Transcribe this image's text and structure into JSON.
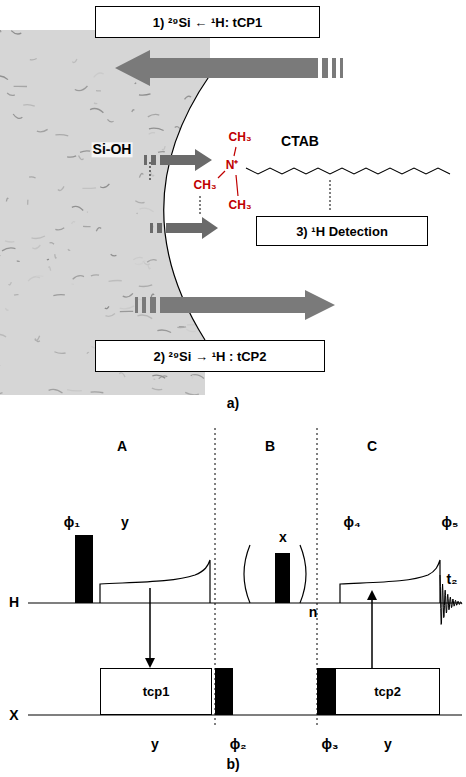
{
  "diagram": {
    "nodes": [
      {
        "text": [
          "1) ²⁹Si ← ¹H: tCP1"
        ]
      },
      {
        "text": [
          "3) ¹H Detection"
        ]
      },
      {
        "text": [
          "2) ²⁹Si → ¹H : tCP2"
        ]
      },
      {
        "text": [
          "tcp1"
        ]
      },
      {
        "text": [
          "tcp2"
        ]
      }
    ],
    "labels": [
      "Si-OH",
      "CH₃",
      "N⁺",
      "CH₃",
      "CH₃",
      "CTAB",
      "a)",
      "A",
      "B",
      "C",
      "ϕ₁",
      "y",
      "x",
      "n",
      "ϕ₄",
      "ϕ₅",
      "H",
      "t₂",
      "X",
      "y",
      "ϕ₂",
      "ϕ₃",
      "y",
      "b)"
    ]
  }
}
